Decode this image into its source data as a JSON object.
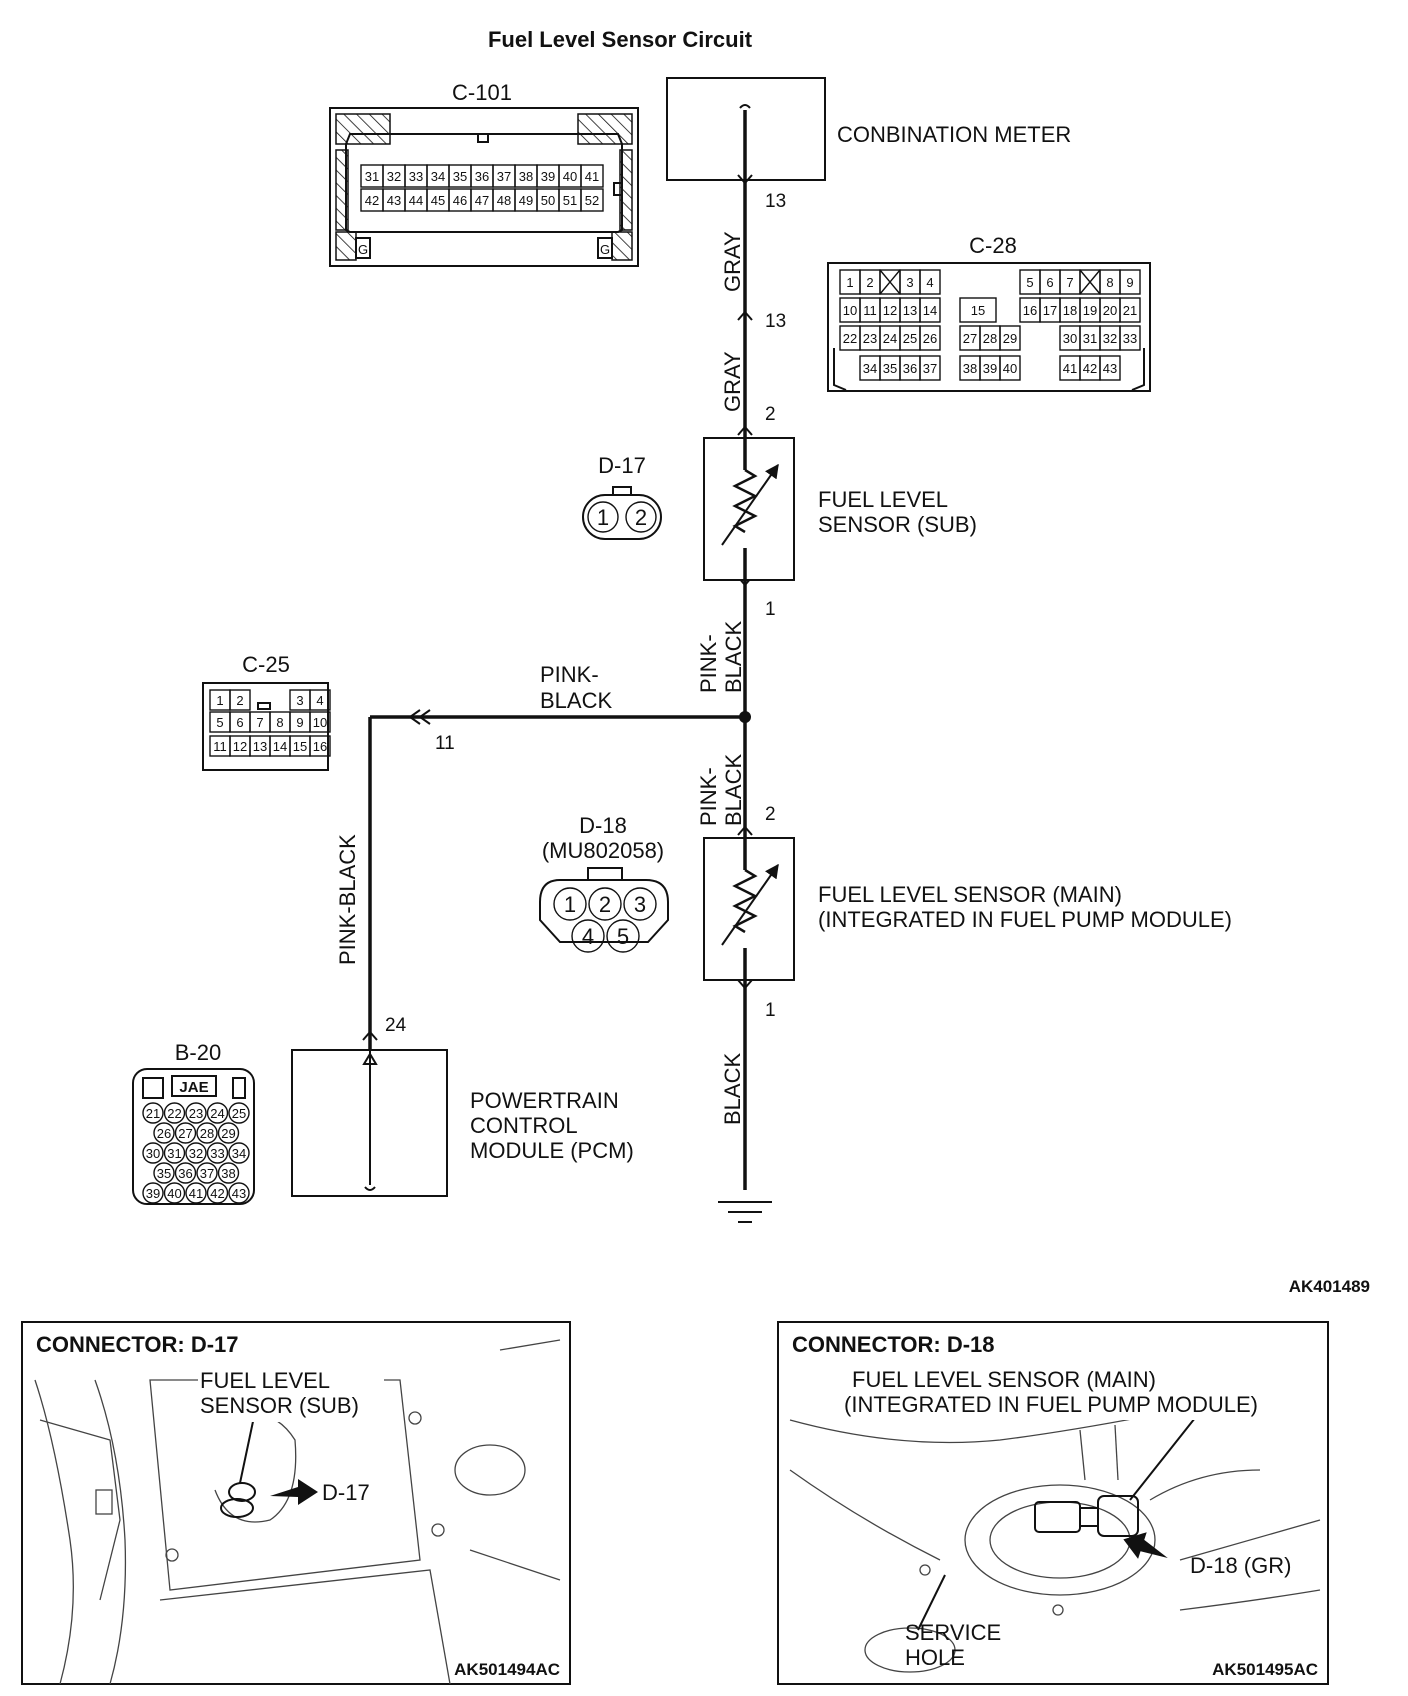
{
  "title": "Fuel Level Sensor Circuit",
  "figure_code": "AK401489",
  "components": {
    "combination_meter": "CONBINATION METER",
    "sensor_sub": [
      "FUEL LEVEL",
      "SENSOR (SUB)"
    ],
    "sensor_main": [
      "FUEL LEVEL SENSOR (MAIN)",
      "(INTEGRATED IN FUEL PUMP MODULE)"
    ],
    "pcm": [
      "POWERTRAIN",
      "CONTROL",
      "MODULE (PCM)"
    ]
  },
  "wires": {
    "gray_upper": "GRAY",
    "gray_lower": "GRAY",
    "pink_black_vertical_upper": [
      "PINK-",
      "BLACK"
    ],
    "pink_black_branch": [
      "PINK-",
      "BLACK"
    ],
    "pink_black_vertical_lower": [
      "PINK-",
      "BLACK"
    ],
    "pink_black_pcm": "PINK-BLACK",
    "black_ground": "BLACK"
  },
  "pins": {
    "meter_13": "13",
    "c28_13": "13",
    "sub_2": "2",
    "sub_1": "1",
    "c25_11": "11",
    "main_2": "2",
    "main_1": "1",
    "pcm_24": "24"
  },
  "connectors": {
    "c101": {
      "name": "C-101",
      "row1": [
        "31",
        "32",
        "33",
        "34",
        "35",
        "36",
        "37",
        "38",
        "39",
        "40",
        "41"
      ],
      "row2": [
        "42",
        "43",
        "44",
        "45",
        "46",
        "47",
        "48",
        "49",
        "50",
        "51",
        "52"
      ],
      "g": "G"
    },
    "c28": {
      "name": "C-28",
      "row1_left": [
        "1",
        "2",
        "",
        "3",
        "4"
      ],
      "row1_right": [
        "5",
        "6",
        "7",
        "",
        "8",
        "9"
      ],
      "row2_left": [
        "10",
        "11",
        "12",
        "13",
        "14"
      ],
      "row2_mid": "15",
      "row2_right": [
        "16",
        "17",
        "18",
        "19",
        "20",
        "21"
      ],
      "row3_left": [
        "22",
        "23",
        "24",
        "25",
        "26"
      ],
      "row3_mid": [
        "27",
        "28",
        "29"
      ],
      "row3_right": [
        "30",
        "31",
        "32",
        "33"
      ],
      "row4_left": [
        "34",
        "35",
        "36",
        "37"
      ],
      "row4_mid": [
        "38",
        "39",
        "40"
      ],
      "row4_right": [
        "41",
        "42",
        "43"
      ]
    },
    "d17": {
      "name": "D-17",
      "pins": [
        "1",
        "2"
      ]
    },
    "c25": {
      "name": "C-25",
      "row1": [
        "1",
        "2",
        "",
        "",
        "3",
        "4"
      ],
      "row2": [
        "5",
        "6",
        "7",
        "8",
        "9",
        "10"
      ],
      "row3": [
        "11",
        "12",
        "13",
        "14",
        "15",
        "16"
      ]
    },
    "d18": {
      "name": "D-18",
      "part": "(MU802058)",
      "pins": [
        "1",
        "2",
        "3",
        "4",
        "5"
      ]
    },
    "b20": {
      "name": "B-20",
      "brand": "JAE",
      "rows": [
        [
          "21",
          "22",
          "23",
          "24",
          "25"
        ],
        [
          "26",
          "27",
          "28",
          "29"
        ],
        [
          "30",
          "31",
          "32",
          "33",
          "34"
        ],
        [
          "35",
          "36",
          "37",
          "38"
        ],
        [
          "39",
          "40",
          "41",
          "42",
          "43"
        ]
      ]
    }
  },
  "panels": {
    "left": {
      "header": "CONNECTOR: D-17",
      "label": [
        "FUEL LEVEL",
        "SENSOR (SUB)"
      ],
      "arrow_label": "D-17",
      "code": "AK501494AC"
    },
    "right": {
      "header": "CONNECTOR: D-18",
      "label": [
        "FUEL LEVEL SENSOR (MAIN)",
        "(INTEGRATED IN FUEL  PUMP MODULE)"
      ],
      "arrow_label": "D-18 (GR)",
      "service": [
        "SERVICE",
        "HOLE"
      ],
      "code": "AK501495AC"
    }
  }
}
